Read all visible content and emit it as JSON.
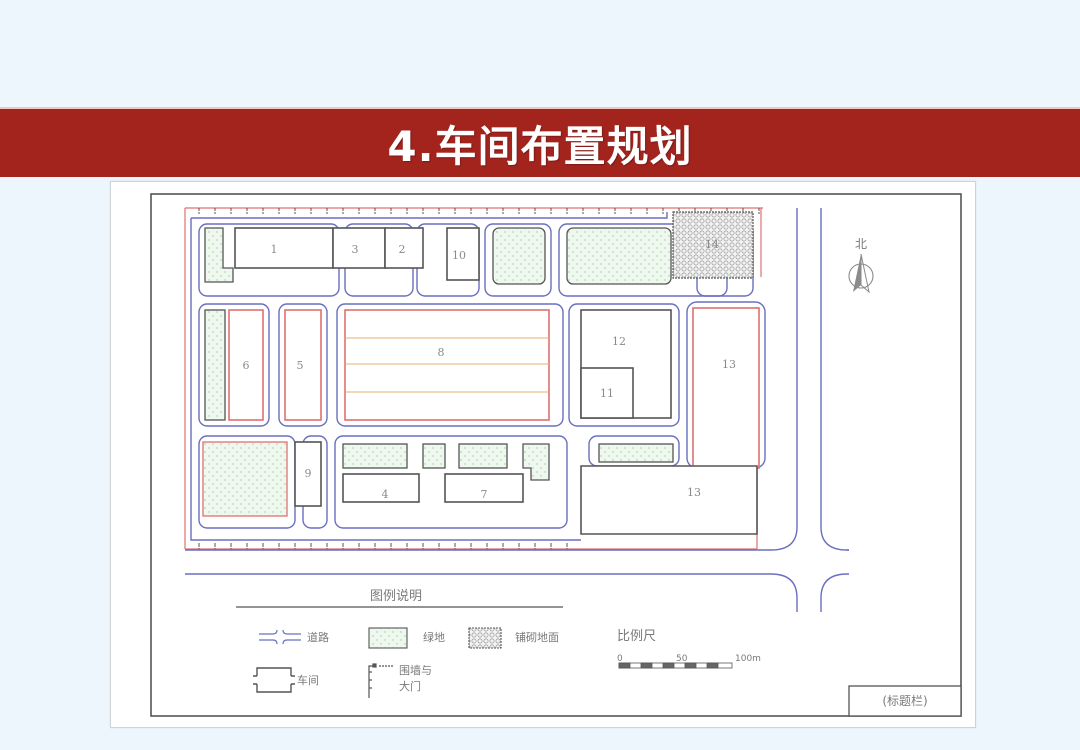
{
  "slide": {
    "title": "4.车间布置规划",
    "background_color": "#eef6fd",
    "title_bar_color": "#a3231d"
  },
  "plan": {
    "compass_label": "北",
    "buildings": [
      {
        "id": "1",
        "label": "1"
      },
      {
        "id": "2",
        "label": "2"
      },
      {
        "id": "3",
        "label": "3"
      },
      {
        "id": "4",
        "label": "4"
      },
      {
        "id": "5",
        "label": "5"
      },
      {
        "id": "6",
        "label": "6"
      },
      {
        "id": "7",
        "label": "7"
      },
      {
        "id": "8",
        "label": "8"
      },
      {
        "id": "9",
        "label": "9"
      },
      {
        "id": "10",
        "label": "10"
      },
      {
        "id": "11",
        "label": "11"
      },
      {
        "id": "12",
        "label": "12"
      },
      {
        "id": "13a",
        "label": "13"
      },
      {
        "id": "13b",
        "label": "13"
      },
      {
        "id": "14",
        "label": "14"
      }
    ],
    "colors": {
      "road": "#6a6fc0",
      "wall": "#e07070",
      "building": "#555555",
      "green": "#eef8ee",
      "production_line": "#e0b070"
    }
  },
  "legend": {
    "title": "图例说明",
    "items": [
      {
        "key": "road",
        "label": "道路"
      },
      {
        "key": "green",
        "label": "绿地"
      },
      {
        "key": "paved",
        "label": "铺砌地面"
      },
      {
        "key": "workshop",
        "label": "车间"
      },
      {
        "key": "wall_gate",
        "label_line1": "围墙与",
        "label_line2": "大门"
      }
    ],
    "scale": {
      "title": "比例尺",
      "ticks": [
        "0",
        "50",
        "100m"
      ]
    }
  },
  "title_block": {
    "label": "(标题栏)"
  }
}
